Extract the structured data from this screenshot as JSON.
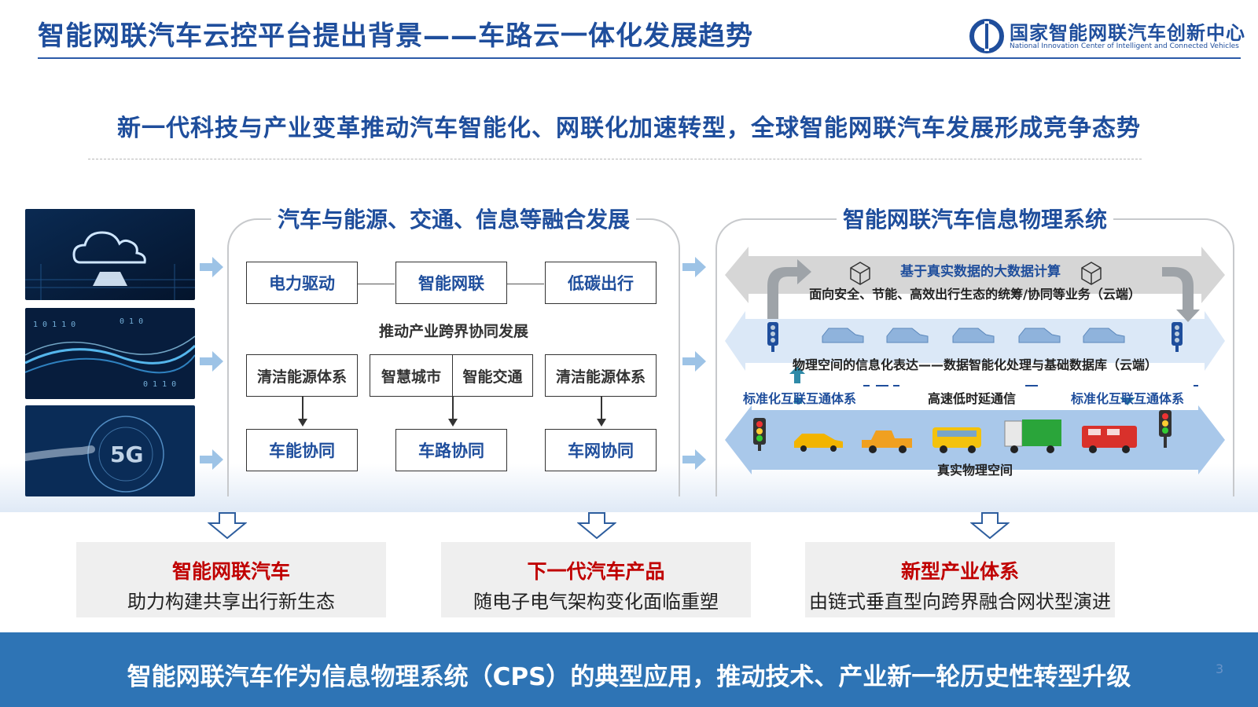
{
  "header": {
    "title": "智能网联汽车云控平台提出背景——车路云一体化发展趋势",
    "logo_cn": "国家智能网联汽车创新中心",
    "logo_en": "National Innovation Center of Intelligent and Connected Vehicles"
  },
  "subtitle": "新一代科技与产业变革推动汽车智能化、网联化加速转型，全球智能网联汽车发展形成竞争态势",
  "photos": {
    "top_icon": "cloud-chip-icon",
    "bottom_label": "5G"
  },
  "fusion": {
    "title": "汽车与能源、交通、信息等融合发展",
    "top_boxes": [
      "电力驱动",
      "智能网联",
      "低碳出行"
    ],
    "middle_text": "推动产业跨界协同发展",
    "mid_boxes": [
      "清洁能源体系",
      "智慧城市",
      "智能交通",
      "清洁能源体系"
    ],
    "bottom_boxes": [
      "车能协同",
      "车路协同",
      "车网协同"
    ]
  },
  "cps": {
    "title": "智能网联汽车信息物理系统",
    "bigdata": "基于真实数据的大数据计算",
    "cloud_business": "面向安全、节能、高效出行生态的统筹/协同等业务（云端）",
    "info_layer": "物理空间的信息化表达——数据智能化处理与基础数据库（云端）",
    "std_left": "标准化互联互通体系",
    "comm": "高速低时延通信",
    "std_right": "标准化互联互通体系",
    "physical": "真实物理空间"
  },
  "cards": [
    {
      "heading": "智能网联汽车",
      "text": "助力构建共享出行新生态"
    },
    {
      "heading": "下一代汽车产品",
      "text": "随电子电气架构变化面临重塑"
    },
    {
      "heading": "新型产业体系",
      "text": "由链式垂直型向跨界融合网状型演进"
    }
  ],
  "footer": "智能网联汽车作为信息物理系统（CPS）的典型应用，推动技术、产业新一轮历史性转型升级",
  "page_number": "3",
  "colors": {
    "brand": "#1f4e9c",
    "accent_red": "#c00000",
    "footer_bg": "#2e74b5"
  }
}
